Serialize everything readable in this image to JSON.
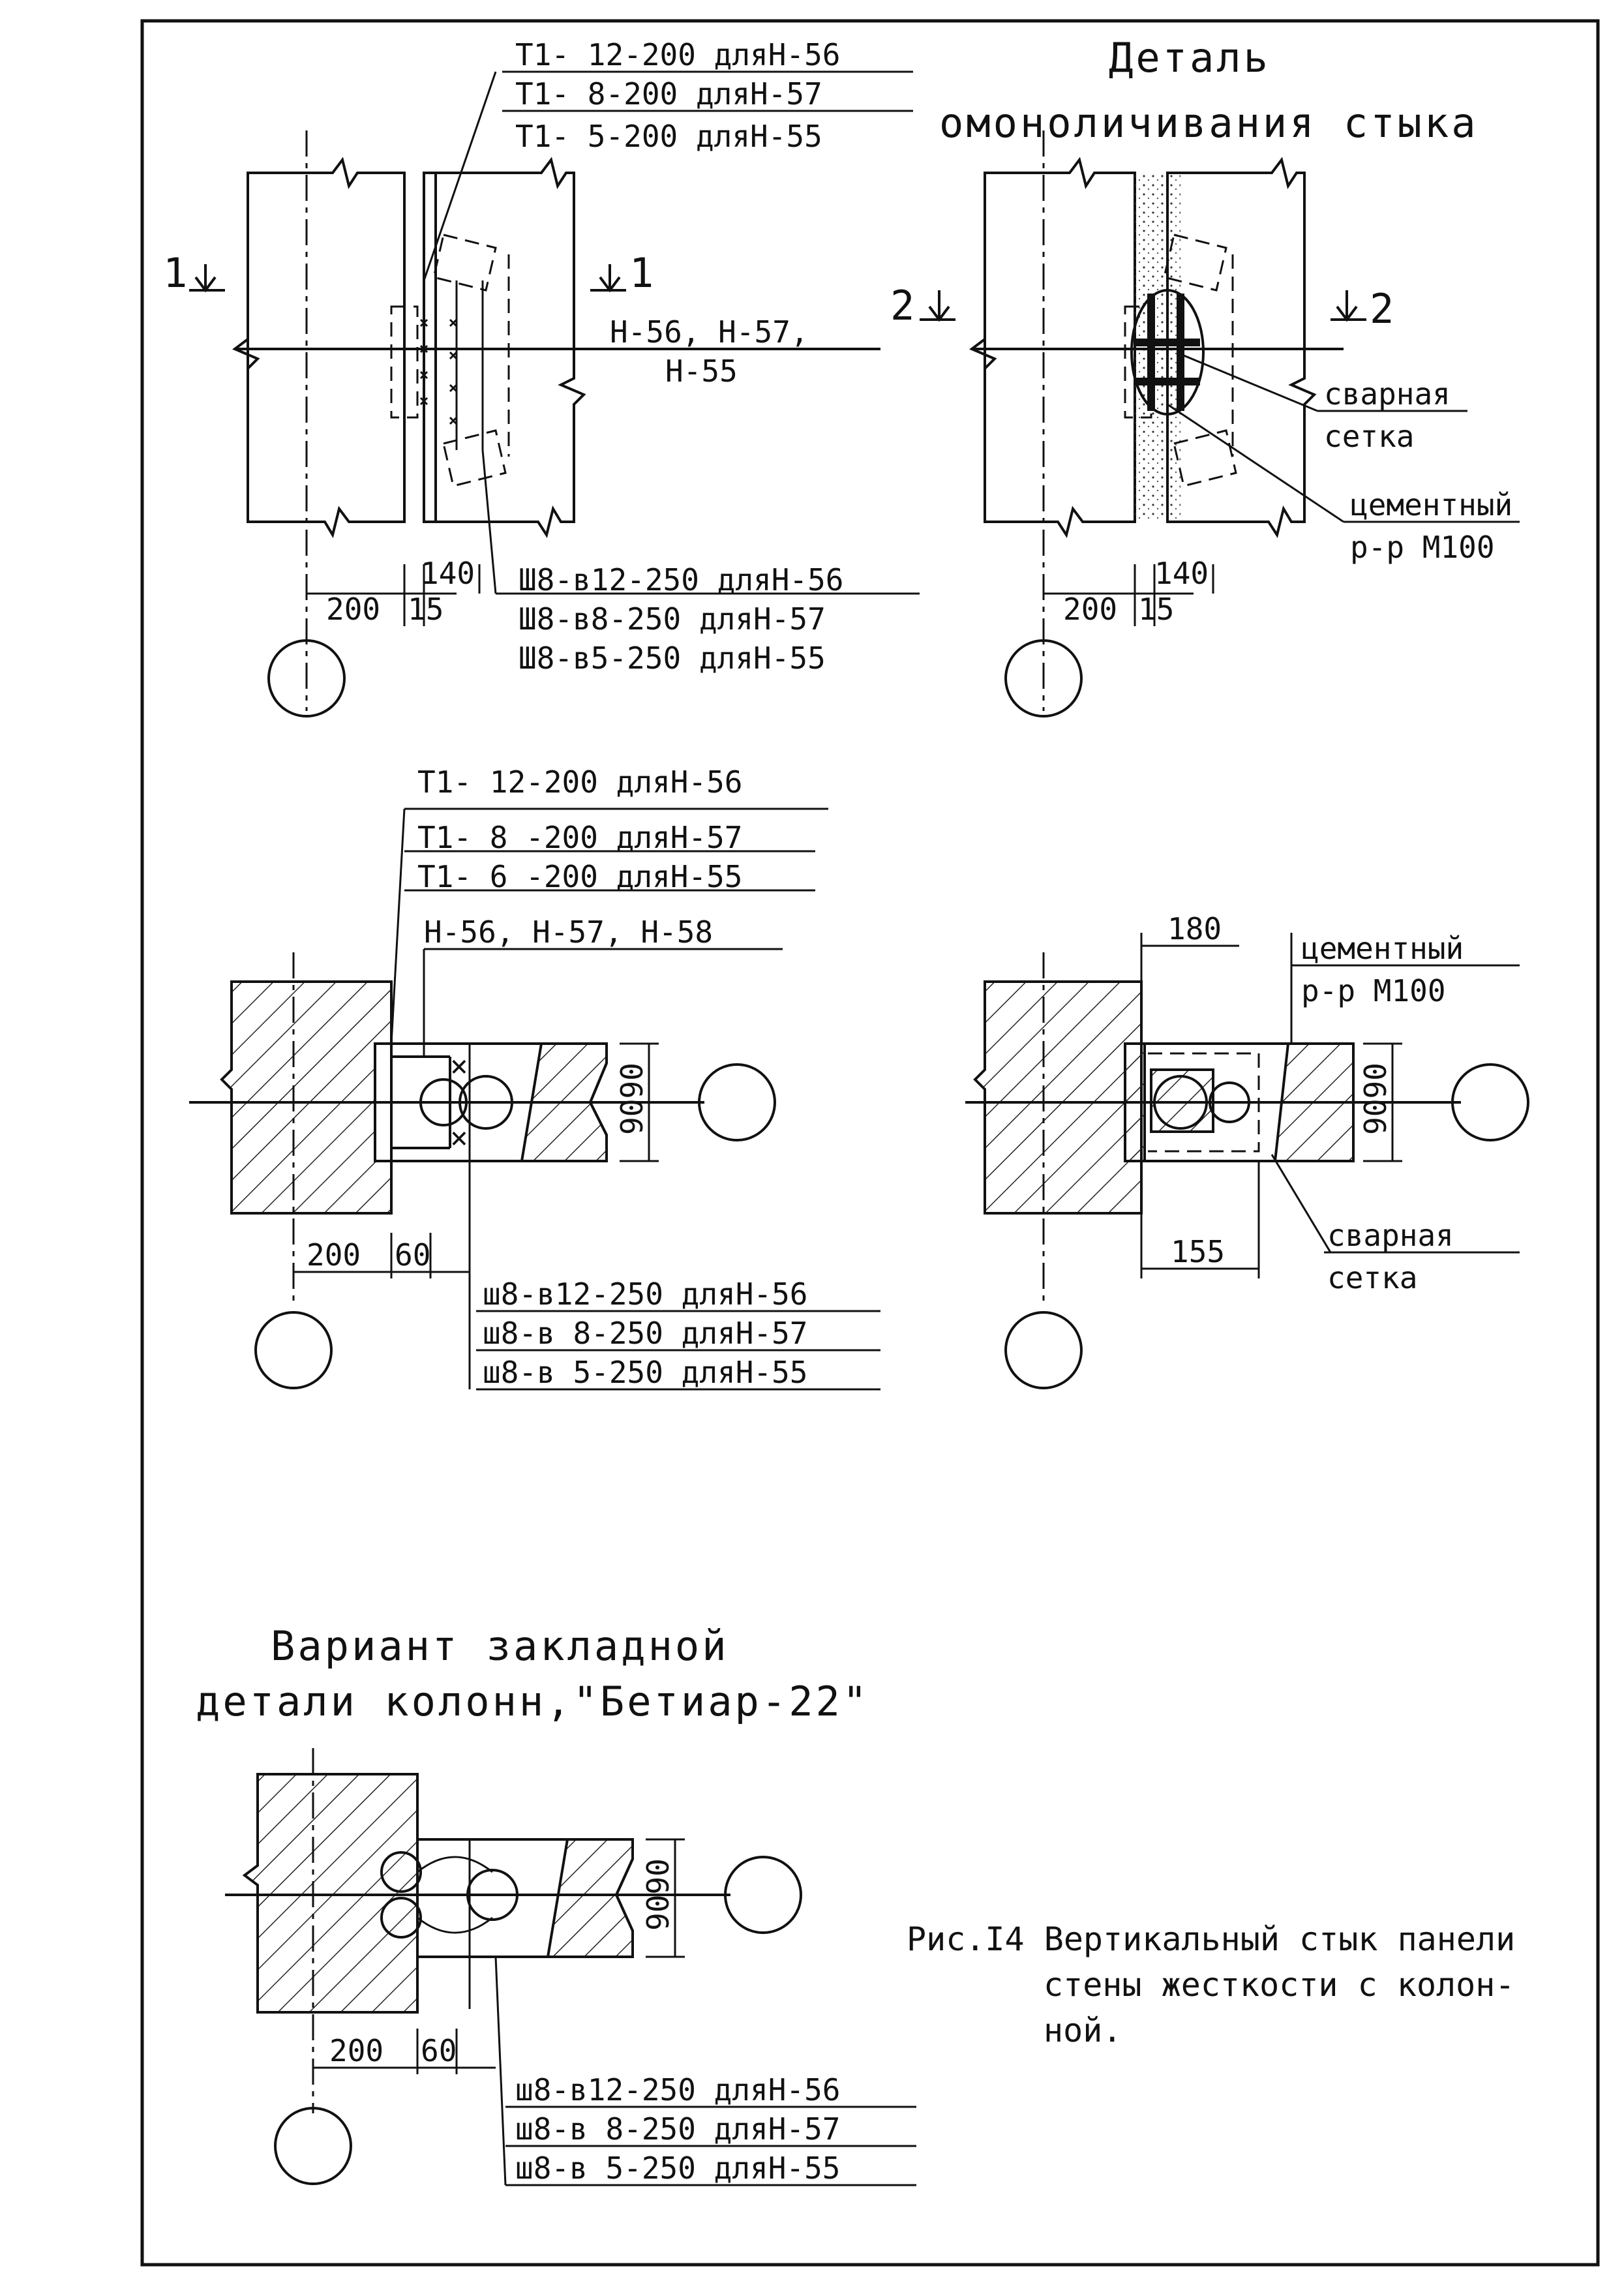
{
  "frame": {
    "color": "#111111",
    "background": "#ffffff"
  },
  "top_left": {
    "labels_top": [
      "Т1- 12-200 дляН-56",
      "Т1-  8-200 дляН-57",
      "Т1-  5-200 дляН-55"
    ],
    "section_left": "1",
    "section_right": "1",
    "h_label_1": "Н-56, Н-57,",
    "h_label_2": "Н-55",
    "dim_140": "140",
    "dim_200": "200",
    "dim_15": "15",
    "labels_bottom": [
      "Ш8-в12-250 дляН-56",
      "Ш8-в8-250 дляН-57",
      "Ш8-в5-250 дляН-55"
    ]
  },
  "top_right": {
    "title_1": "Деталь",
    "title_2": "омоноличивания стыка",
    "section_left": "2",
    "section_right": "2",
    "mesh_label_1": "сварная",
    "mesh_label_2": "сетка",
    "mortar_label_1": "цементный",
    "mortar_label_2": "р-р М100",
    "dim_140": "140",
    "dim_200": "200",
    "dim_15": "15"
  },
  "mid_left": {
    "labels_top": [
      "Т1- 12-200 дляН-56",
      "Т1- 8 -200 дляН-57",
      "Т1- 6 -200 дляН-55",
      "Н-56, Н-57, Н-58"
    ],
    "dim_side": "9090",
    "dim_200": "200",
    "dim_60": "60",
    "labels_bottom": [
      "ш8-в12-250 дляН-56",
      "ш8-в 8-250 дляН-57",
      "ш8-в 5-250 дляН-55"
    ]
  },
  "mid_right": {
    "dim_180": "180",
    "mortar_label_1": "цементный",
    "mortar_label_2": "р-р М100",
    "dim_side": "9090",
    "mesh_label_1": "сварная",
    "mesh_label_2": "сетка",
    "dim_155": "155"
  },
  "variant": {
    "title_1": "Вариант закладной",
    "title_2": "детали колонн,\"Бетиар-22\"",
    "dim_side": "9090",
    "dim_200": "200",
    "dim_60": "60",
    "labels_bottom": [
      "ш8-в12-250 дляН-56",
      "ш8-в 8-250 дляН-57",
      "ш8-в 5-250 дляН-55"
    ]
  },
  "caption": {
    "line_1": "Рис.I4 Вертикальный стык панели",
    "line_2": "стены жесткости с колон-",
    "line_3": "ной."
  }
}
